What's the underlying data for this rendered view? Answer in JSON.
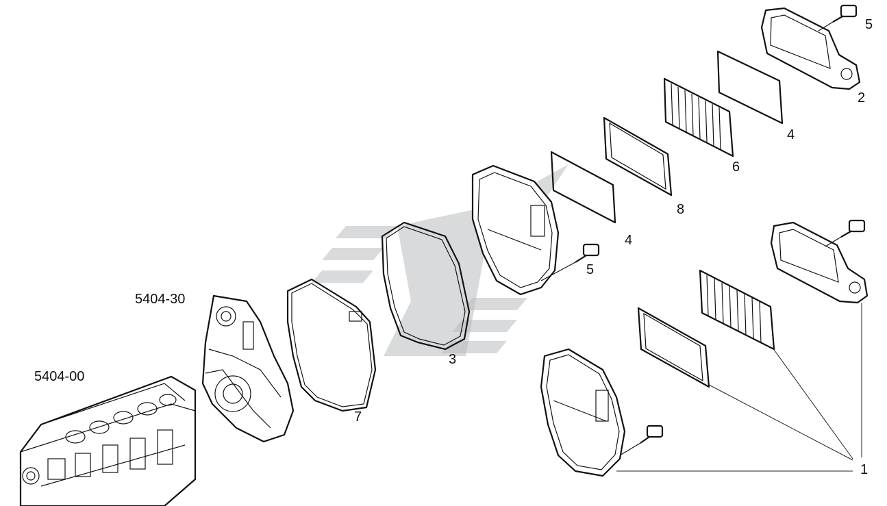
{
  "labels": {
    "ref_block": "5404-00",
    "ref_gear_housing": "5404-30",
    "item_1": "1",
    "item_2": "2",
    "item_3": "3",
    "item_4a": "4",
    "item_4b": "4",
    "item_5a": "5",
    "item_5b": "5",
    "item_6": "6",
    "item_7": "7",
    "item_8": "8"
  },
  "colors": {
    "line": "#111111",
    "watermark": "#b9bcbe",
    "background": "#ffffff"
  },
  "icons": {
    "watermark": "logo-watermark"
  }
}
